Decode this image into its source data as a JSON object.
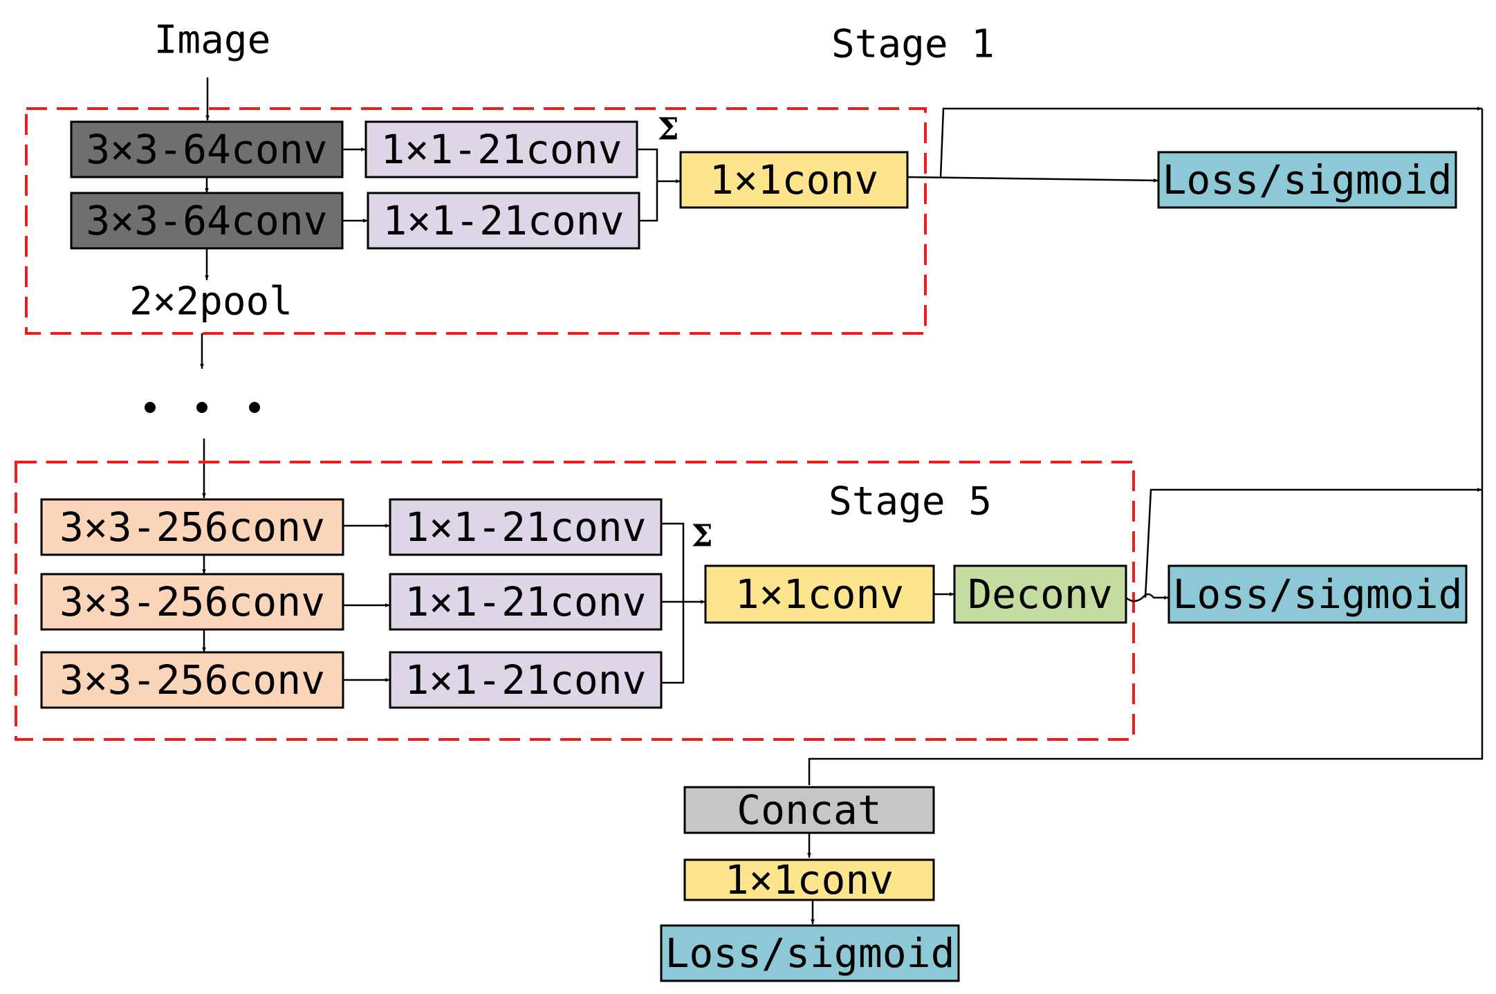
{
  "colors": {
    "vgg64": "#6f6f6f",
    "vgg256": "#fbd5b9",
    "conv21": "#dcd6e6",
    "conv1x1": "#fde58e",
    "deconv": "#c4dca0",
    "loss": "#8cc8d5",
    "concat": "#c6c6c6",
    "stage_border": "#ee1c1c",
    "line": "#000000"
  },
  "labels": {
    "image": "Image",
    "stage1": "Stage 1",
    "stage5": "Stage 5",
    "pool": "2×2pool",
    "sigma1": "Σ",
    "sigma5": "Σ"
  },
  "stage1": {
    "conv64_a": "3×3-64conv",
    "conv64_b": "3×3-64conv",
    "conv21_a": "1×1-21conv",
    "conv21_b": "1×1-21conv",
    "conv1x1": "1×1conv",
    "loss": "Loss/sigmoid"
  },
  "stage5": {
    "conv256_a": "3×3-256conv",
    "conv256_b": "3×3-256conv",
    "conv256_c": "3×3-256conv",
    "conv21_a": "1×1-21conv",
    "conv21_b": "1×1-21conv",
    "conv21_c": "1×1-21conv",
    "conv1x1": "1×1conv",
    "deconv": "Deconv",
    "loss": "Loss/sigmoid"
  },
  "fusion": {
    "concat": "Concat",
    "conv1x1": "1×1conv",
    "loss": "Loss/sigmoid"
  }
}
